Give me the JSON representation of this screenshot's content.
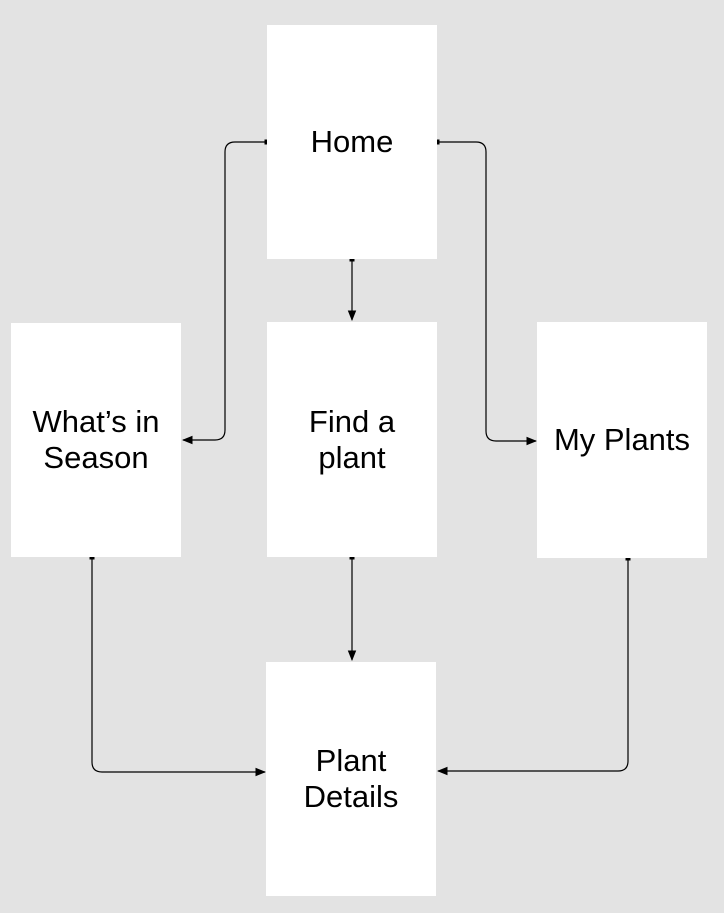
{
  "diagram": {
    "kind": "flowchart",
    "colors": {
      "background": "#e3e3e3",
      "node_fill": "#ffffff",
      "connector": "#000000",
      "text": "#000000"
    },
    "nodes": [
      {
        "id": "home",
        "label": "Home"
      },
      {
        "id": "whats-in-season",
        "label": "What’s in\nSeason"
      },
      {
        "id": "find-a-plant",
        "label": "Find a\nplant"
      },
      {
        "id": "my-plants",
        "label": "My Plants"
      },
      {
        "id": "plant-details",
        "label": "Plant\nDetails"
      }
    ],
    "edges": [
      {
        "from": "home",
        "to": "find-a-plant"
      },
      {
        "from": "home",
        "to": "whats-in-season"
      },
      {
        "from": "home",
        "to": "my-plants"
      },
      {
        "from": "find-a-plant",
        "to": "plant-details"
      },
      {
        "from": "whats-in-season",
        "to": "plant-details"
      },
      {
        "from": "my-plants",
        "to": "plant-details"
      }
    ]
  }
}
